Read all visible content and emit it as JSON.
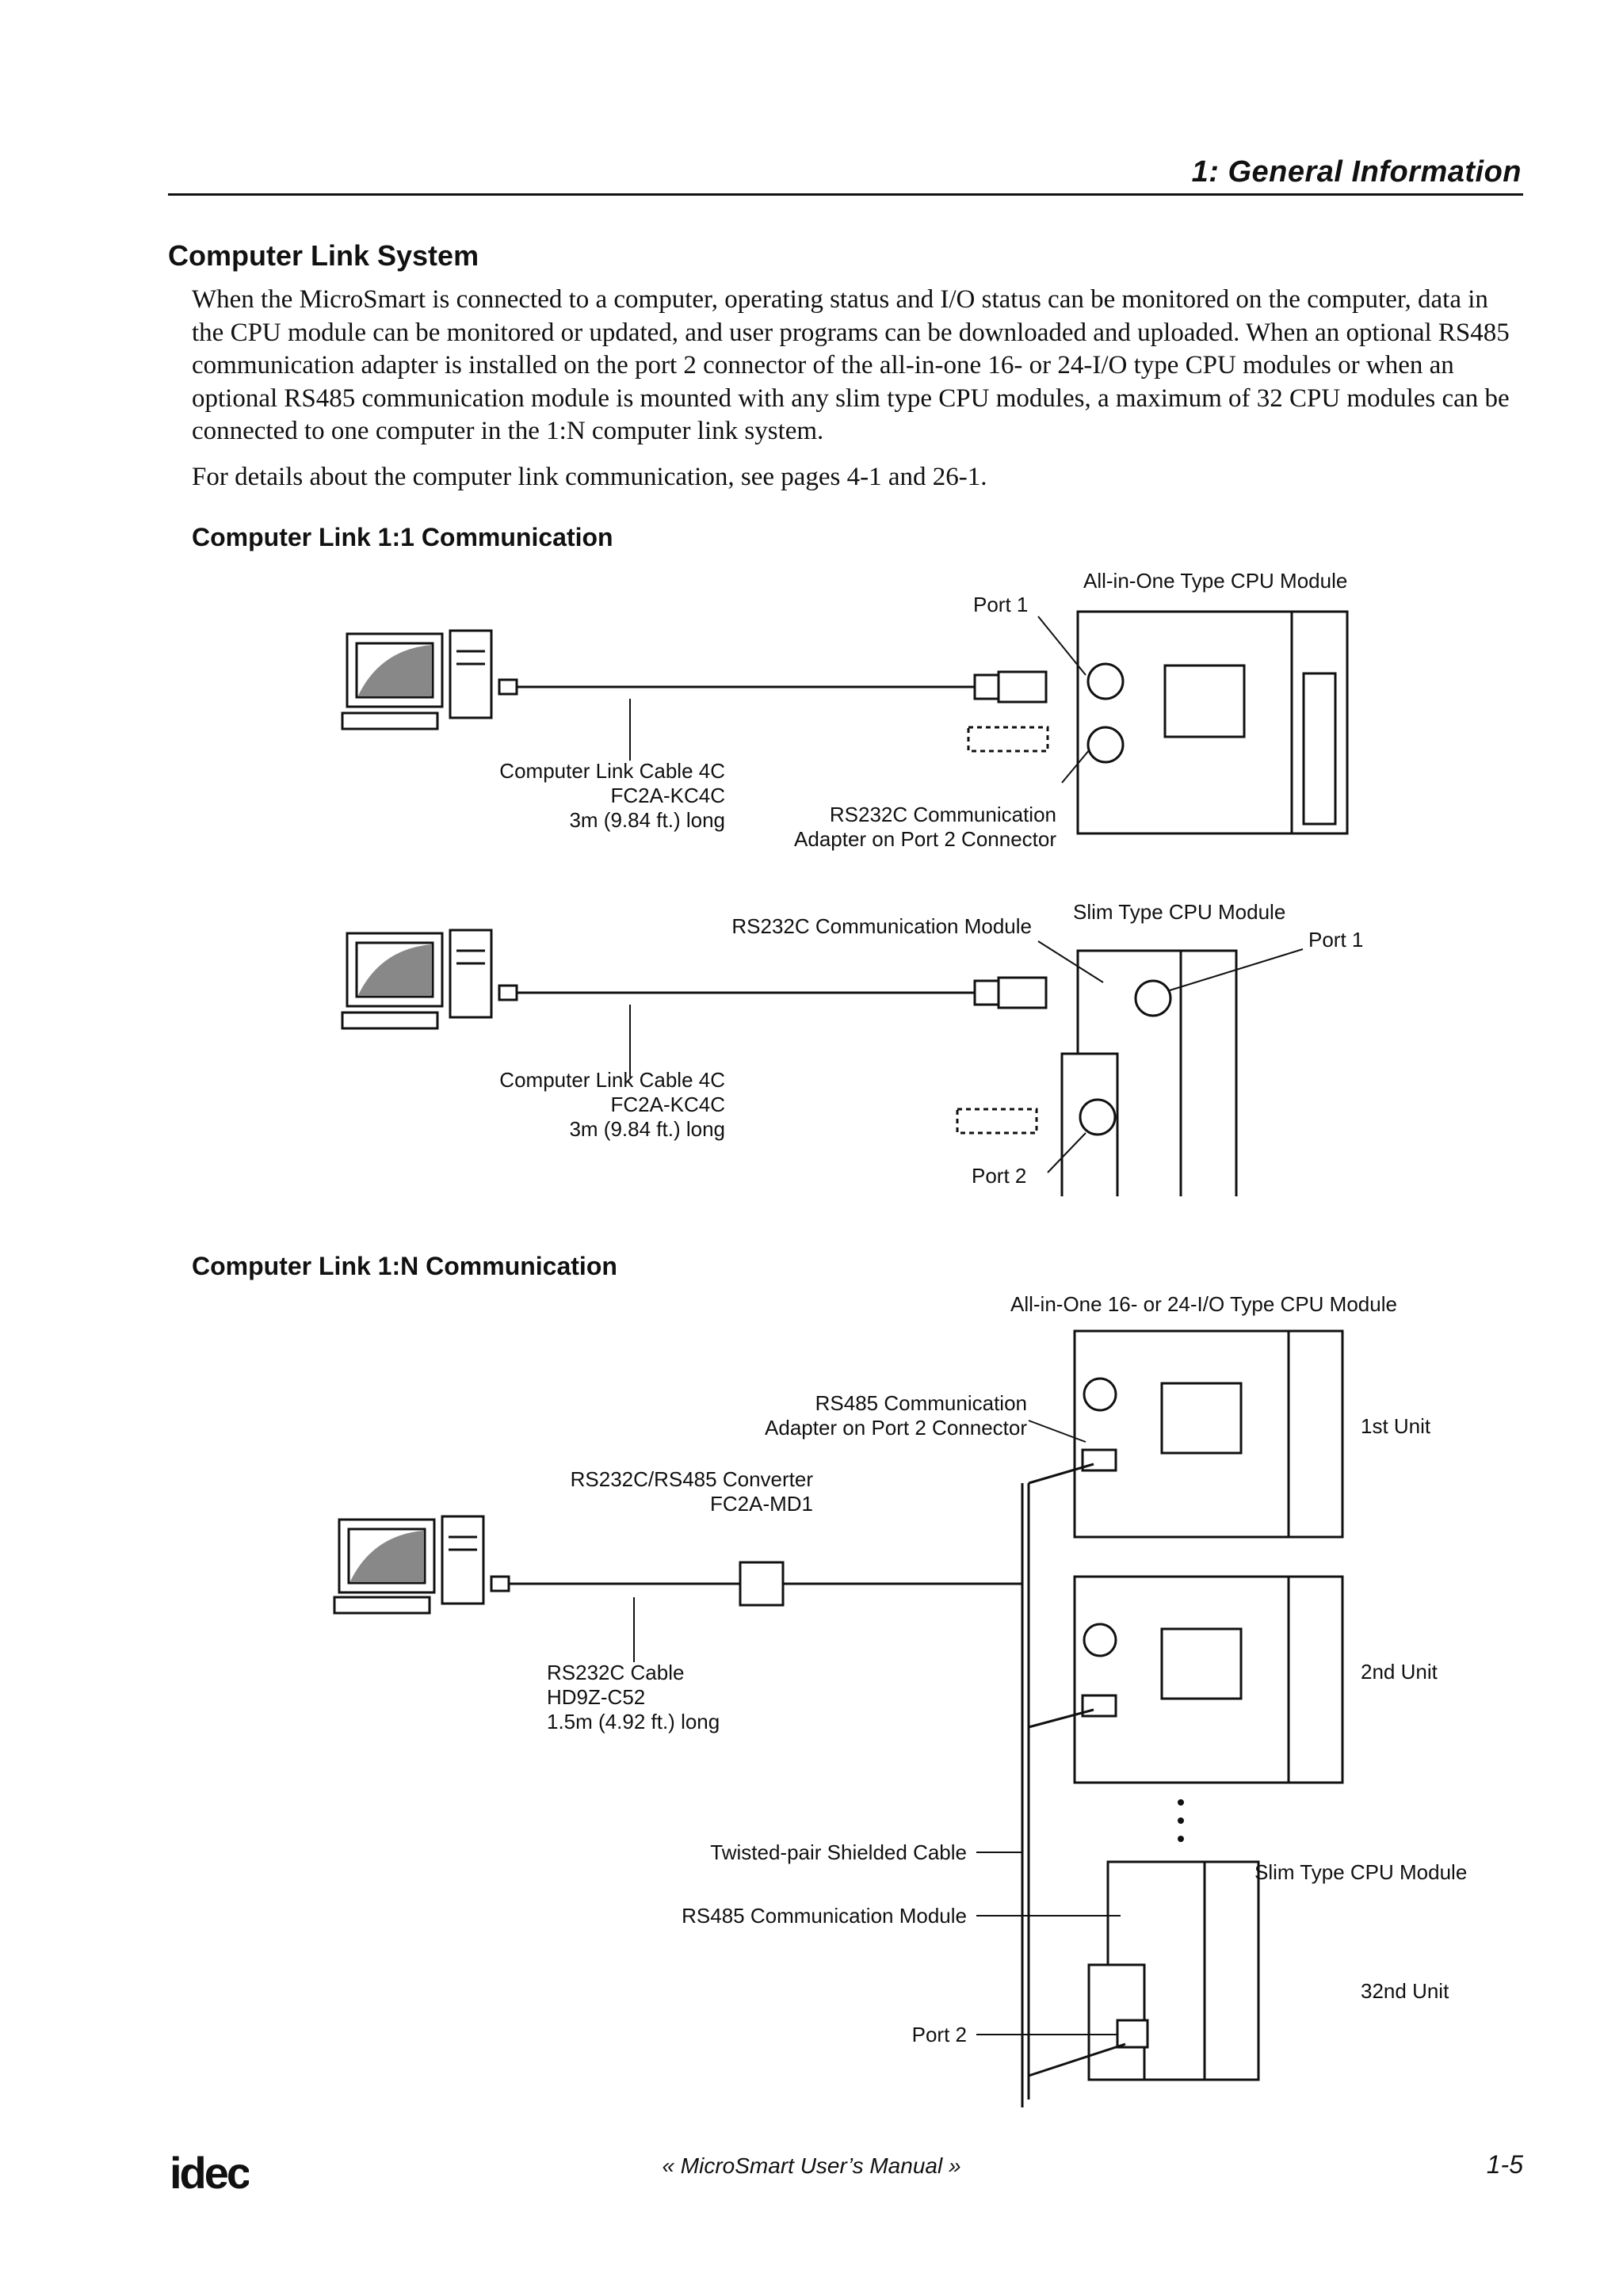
{
  "header": {
    "title": "1: General Information"
  },
  "section": {
    "heading": "Computer Link System",
    "para1": "When the MicroSmart is connected to a computer, operating status and I/O status can be monitored on the computer, data in the CPU module can be monitored or updated, and user programs can be downloaded and uploaded. When an optional RS485 communication adapter is installed on the port 2 connector of the all-in-one 16- or 24-I/O type CPU modules or when an optional RS485 communication module is mounted with any slim type CPU modules, a maximum of 32 CPU modules can be connected to one computer in the 1:N computer link system.",
    "para2": "For details about the computer link communication, see pages 4-1 and 26-1."
  },
  "link_1_1": {
    "heading": "Computer Link 1:1 Communication",
    "allinone_label": "All-in-One Type CPU Module",
    "port1": "Port 1",
    "cable_name": "Computer Link Cable 4C",
    "cable_part": "FC2A-KC4C",
    "cable_length": "3m (9.84 ft.) long",
    "adapter_line1": "RS232C Communication",
    "adapter_line2": "Adapter on Port 2 Connector",
    "module_label": "RS232C Communication Module",
    "slim_label": "Slim Type CPU Module",
    "slim_port1": "Port 1",
    "slim_port2": "Port 2",
    "cable2_name": "Computer Link Cable 4C",
    "cable2_part": "FC2A-KC4C",
    "cable2_length": "3m (9.84 ft.) long"
  },
  "link_1_n": {
    "heading": "Computer Link 1:N Communication",
    "allinone_label": "All-in-One 16- or 24-I/O Type CPU Module",
    "adapter_line1": "RS485 Communication",
    "adapter_line2": "Adapter on Port 2 Connector",
    "converter_name": "RS232C/RS485 Converter",
    "converter_part": "FC2A-MD1",
    "cable_name": "RS232C Cable",
    "cable_part": "HD9Z-C52",
    "cable_length": "1.5m (4.92 ft.) long",
    "unit1": "1st Unit",
    "unit2": "2nd Unit",
    "unit32": "32nd Unit",
    "twisted_label": "Twisted-pair Shielded Cable",
    "rs485_module_label": "RS485 Communication Module",
    "port2": "Port 2",
    "slim_label": "Slim Type CPU Module"
  },
  "footer": {
    "logo": "idec",
    "manual": "« MicroSmart User’s Manual »",
    "page": "1-5"
  }
}
